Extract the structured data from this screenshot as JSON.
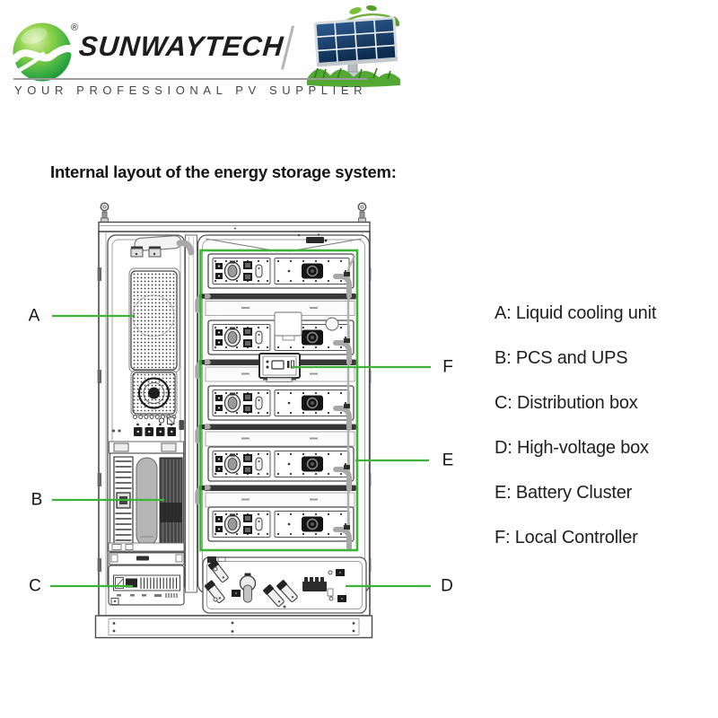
{
  "header": {
    "brand": "SUNWAYTECH",
    "registered_mark": "®",
    "tagline": "YOUR PROFESSIONAL PV SUPPLIER"
  },
  "section_title": "Internal layout of the energy storage system:",
  "diagram": {
    "callouts": [
      "A",
      "B",
      "C",
      "D",
      "E",
      "F"
    ],
    "accent_green": "#3fb237",
    "drawing_line_color": "#4a4a4a"
  },
  "legend": {
    "items": [
      "A: Liquid cooling unit",
      "B: PCS and UPS",
      "C: Distribution box",
      "D: High-voltage box",
      "E: Battery Cluster",
      "F: Local Controller"
    ]
  }
}
